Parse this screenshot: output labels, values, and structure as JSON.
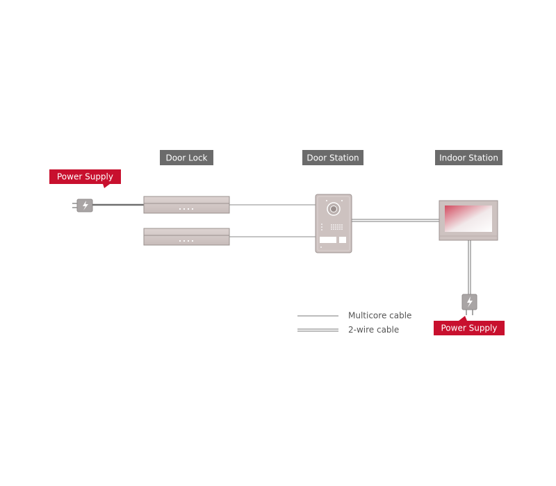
{
  "labels": {
    "door_lock": "Door Lock",
    "door_station": "Door Station",
    "indoor_station": "Indoor Station",
    "power_supply_left": "Power Supply",
    "power_supply_right": "Power Supply"
  },
  "legend": {
    "multicore": "Multicore cable",
    "two_wire": "2-wire cable"
  },
  "colors": {
    "header_bg": "#6b6b6b",
    "power_tag_bg": "#c8102e",
    "device_fill": "#cfc5c3",
    "device_stroke": "#9c9290",
    "cable": "#7a7a7a"
  }
}
